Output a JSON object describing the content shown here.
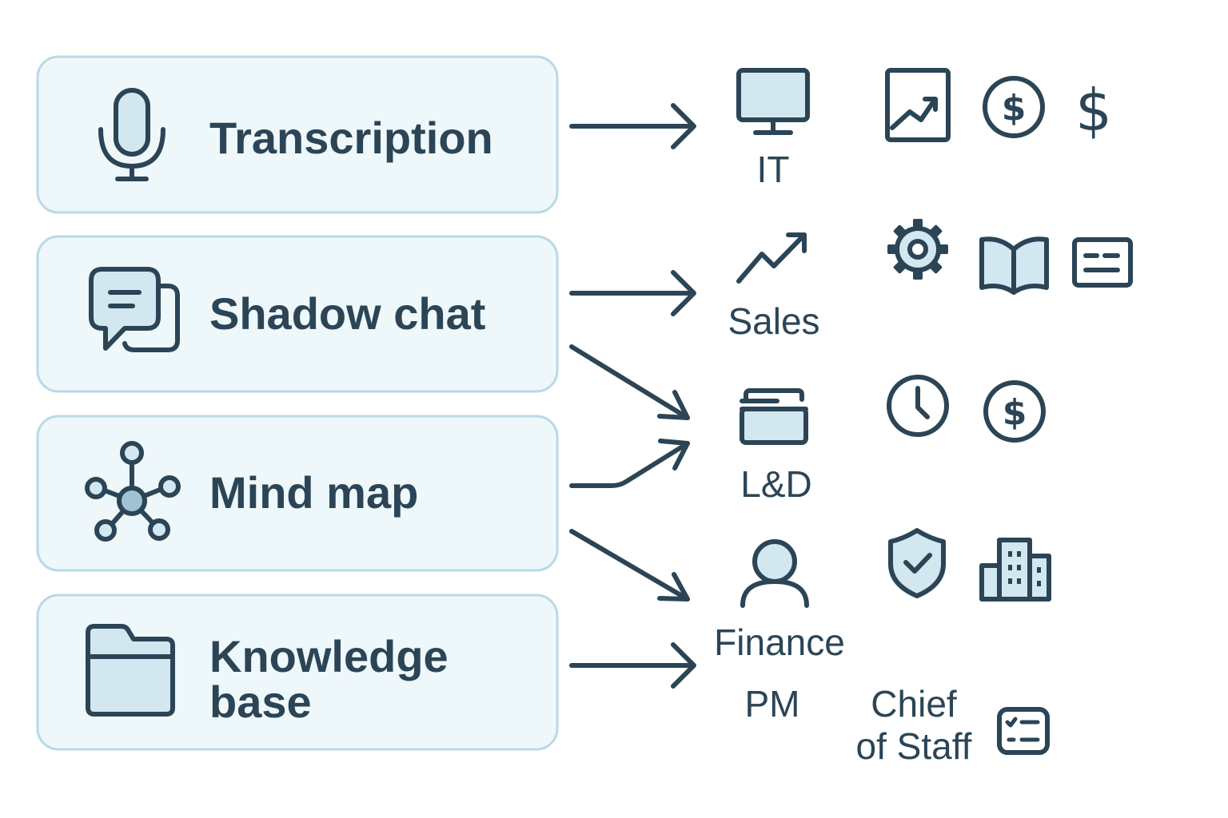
{
  "features": [
    {
      "label_lines": [
        "Transcription"
      ],
      "icon": "microphone-icon"
    },
    {
      "label_lines": [
        "Shadow chat"
      ],
      "icon": "chat-bubbles-icon"
    },
    {
      "label_lines": [
        "Mind map"
      ],
      "icon": "mind-map-icon"
    },
    {
      "label_lines": [
        "Knowledge",
        "base"
      ],
      "icon": "folder-icon"
    }
  ],
  "departments": [
    {
      "label": "IT",
      "icon": "monitor-icon"
    },
    {
      "label": "Sales",
      "icon": "trend-up-icon"
    },
    {
      "label": "L&D",
      "icon": "card-stack-icon"
    },
    {
      "label": "Finance",
      "icon": "person-icon"
    },
    {
      "label": "PM"
    },
    {
      "label_lines": [
        "Chief",
        "of Staff"
      ],
      "icon": "checklist-icon"
    }
  ],
  "extra_icons": [
    "chart-document-icon",
    "dollar-circle-icon",
    "dollar-sign-icon",
    "gear-icon",
    "open-book-icon",
    "id-card-icon",
    "clock-icon",
    "dollar-circle-icon",
    "shield-check-icon",
    "building-icon"
  ],
  "colors": {
    "ink": "#2b4556",
    "box_fill": "#eef7fa",
    "box_border": "#b9d9e5",
    "icon_fill": "#d2e7f0"
  }
}
